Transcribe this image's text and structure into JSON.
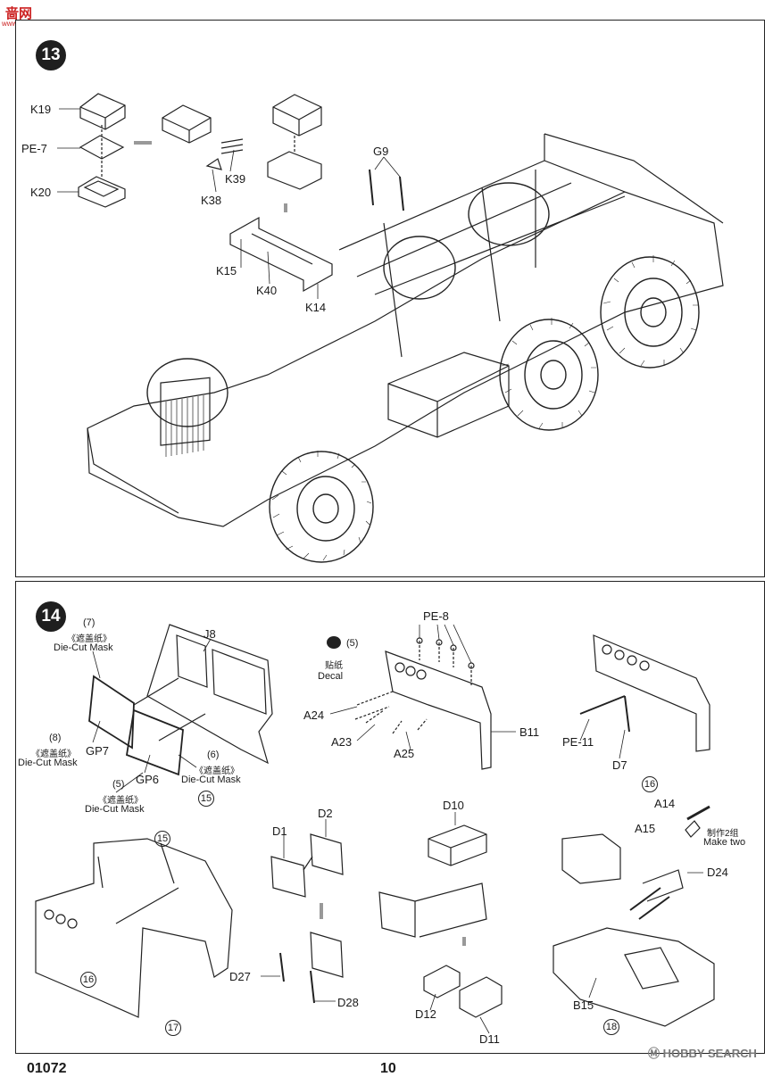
{
  "site_logo": {
    "main": "啬网",
    "sub": "www.hbshou.com"
  },
  "watermark": {
    "brand": "HOBBY SEARCH",
    "mark": "Ⓜ"
  },
  "step13": {
    "number": "13",
    "labels": [
      "K19",
      "PE-7",
      "K20",
      "K39",
      "K38",
      "G9",
      "K15",
      "K40",
      "K14"
    ]
  },
  "step14": {
    "number": "14",
    "mask7": {
      "num": "(7)",
      "cn": "《遮盖纸》",
      "en": "Die-Cut Mask"
    },
    "mask8": {
      "num": "(8)",
      "cn": "《遮盖纸》",
      "en": "Die-Cut Mask"
    },
    "mask5": {
      "num": "(5)",
      "cn": "《遮盖纸》",
      "en": "Die-Cut Mask"
    },
    "mask6": {
      "num": "(6)",
      "cn": "《遮盖纸》",
      "en": "Die-Cut Mask"
    },
    "decal": {
      "num": "(5)",
      "cn": "贴纸",
      "en": "Decal"
    },
    "make_two": {
      "cn": "制作2组",
      "en": "Make two"
    },
    "parts": {
      "j8": "J8",
      "gp7": "GP7",
      "gp6": "GP6",
      "pe8": "PE-8",
      "a24": "A24",
      "a23": "A23",
      "a25": "A25",
      "b11": "B11",
      "pe11": "PE-11",
      "d7": "D7",
      "a14": "A14",
      "a15": "A15",
      "d24": "D24",
      "d1": "D1",
      "d2": "D2",
      "d10": "D10",
      "d27": "D27",
      "d28": "D28",
      "d12": "D12",
      "d11": "D11",
      "b15": "B15"
    },
    "sub_steps": {
      "s15a": "15",
      "s15b": "15",
      "s16a": "16",
      "s16b": "16",
      "s17": "17",
      "s18": "18"
    }
  },
  "footer": {
    "code": "01072",
    "page": "10"
  }
}
